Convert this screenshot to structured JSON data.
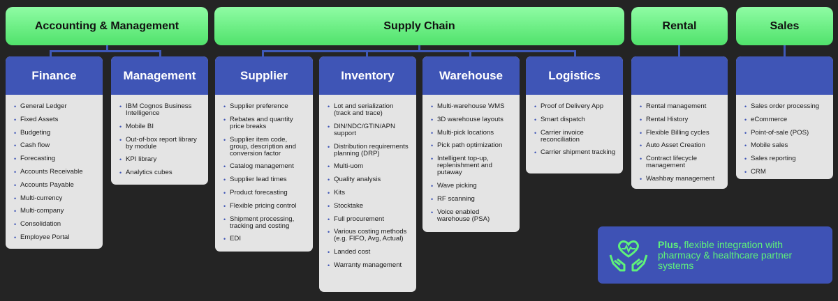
{
  "groups": {
    "accounting": "Accounting & Management",
    "supply": "Supply Chain",
    "rental": "Rental",
    "sales": "Sales"
  },
  "columns": {
    "finance": {
      "title": "Finance",
      "items": [
        "General Ledger",
        "Fixed Assets",
        "Budgeting",
        "Cash flow",
        "Forecasting",
        "Accounts Receivable",
        "Accounts Payable",
        "Multi-currency",
        "Multi-company",
        "Consolidation",
        "Employee Portal"
      ]
    },
    "management": {
      "title": "Management",
      "items": [
        "IBM Cognos Business Intelligence",
        "Mobile BI",
        "Out-of-box report library by module",
        "KPI library",
        "Analytics cubes"
      ]
    },
    "supplier": {
      "title": "Supplier",
      "items": [
        "Supplier preference",
        "Rebates and quantity price breaks",
        "Supplier item code, group, description and conversion factor",
        "Catalog management",
        "Supplier lead times",
        "Product forecasting",
        "Flexible pricing control",
        "Shipment processing, tracking and costing",
        "EDI"
      ]
    },
    "inventory": {
      "title": "Inventory",
      "items": [
        "Lot and serialization (track and trace)",
        "DIN/NDC/GTIN/APN support",
        "Distribution requirements planning (DRP)",
        "Multi-uom",
        "Quality analysis",
        "Kits",
        "Stocktake",
        "Full procurement",
        "Various costing methods (e.g. FIFO, Avg, Actual)",
        "Landed cost",
        "Warranty management"
      ]
    },
    "warehouse": {
      "title": "Warehouse",
      "items": [
        "Multi-warehouse WMS",
        "3D warehouse layouts",
        "Multi-pick locations",
        "Pick path optimization",
        "Intelligent top-up, replenishment and putaway",
        "Wave picking",
        "RF scanning",
        "Voice enabled warehouse (PSA)"
      ]
    },
    "logistics": {
      "title": "Logistics",
      "items": [
        "Proof of Delivery App",
        "Smart dispatch",
        "Carrier invoice reconciliation",
        "Carrier shipment tracking"
      ]
    },
    "rental": {
      "title": "",
      "items": [
        "Rental management",
        "Rental History",
        "Flexible Billing cycles",
        "Auto Asset Creation",
        "Contract lifecycle management",
        "Washbay management"
      ]
    },
    "sales": {
      "title": "",
      "items": [
        "Sales order processing",
        "eCommerce",
        "Point-of-sale (POS)",
        "Mobile sales",
        "Sales reporting",
        "CRM"
      ]
    }
  },
  "plus": {
    "bold": "Plus,",
    "text": " flexible integration with pharmacy & healthcare partner systems",
    "icon": "heart-hands-icon"
  },
  "colors": {
    "green_top": "#8ffca4",
    "green_bottom": "#50e26b",
    "blue": "#3f55b6",
    "panel": "#e4e4e4",
    "background": "#242424"
  }
}
